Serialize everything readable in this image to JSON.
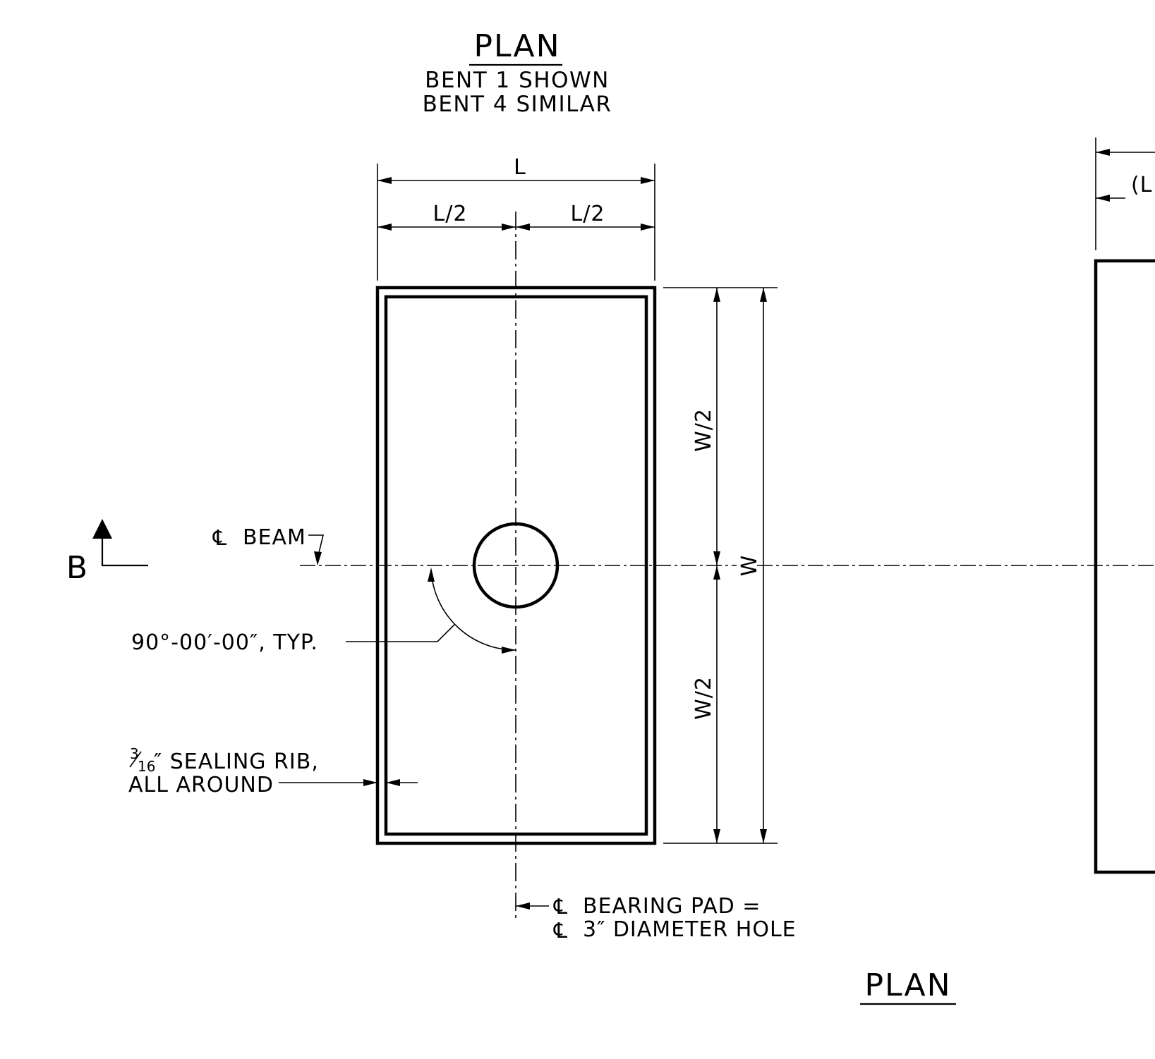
{
  "plan_left": {
    "title": "PLAN",
    "subtitle_line1": "BENT 1 SHOWN",
    "subtitle_line2": "BENT 4 SIMILAR"
  },
  "dimensions": {
    "overall_length": "L",
    "half_length_left": "L/2",
    "half_length_right": "L/2",
    "half_width_upper": "W/2",
    "half_width_lower": "W/2",
    "overall_width": "W"
  },
  "labels": {
    "centerline_beam": "BEAM",
    "angle_note": "90°-00′-00″, TYP.",
    "rib_note_fraction_num": "3",
    "rib_note_fraction_den": "16",
    "rib_note_line1": "″ SEALING RIB,",
    "rib_note_line2": "ALL AROUND",
    "bearing_pad_line1": "BEARING PAD =",
    "bearing_pad_line2": "3″ DIAMETER HOLE",
    "section_letter": "B",
    "centerline_symbol": "℄"
  },
  "plan_right": {
    "title": "PLAN",
    "partial_dim_label": "(L"
  }
}
